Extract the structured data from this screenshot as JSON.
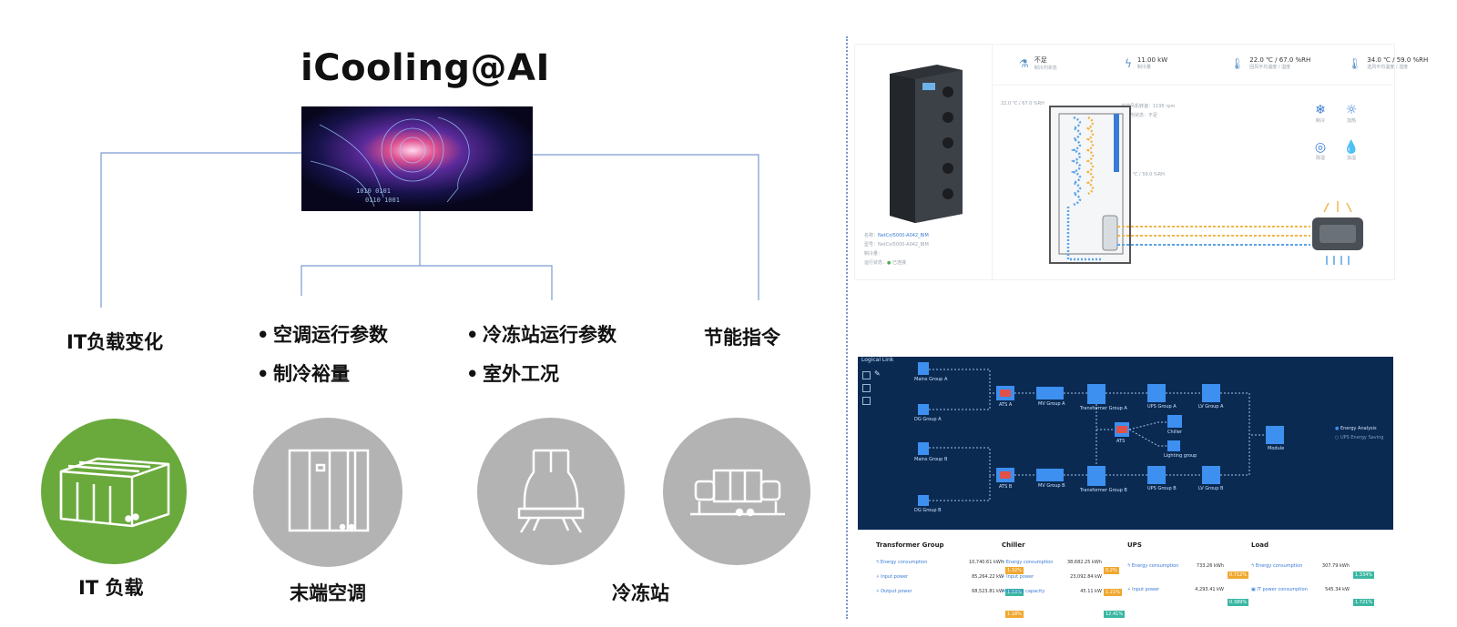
{
  "title": "iCooling@AI",
  "branches": {
    "it_load_change": "IT负载变化",
    "ac_params": [
      "空调运行参数",
      "制冷裕量"
    ],
    "chiller_params": [
      "冷冻站运行参数",
      "室外工况"
    ],
    "energy_cmd": "节能指令"
  },
  "bottom_labels": {
    "it_load": "IT 负载",
    "terminal_ac": "末端空调",
    "chiller_station": "冷冻站"
  },
  "colors": {
    "green": "#6aaa3d",
    "gray": "#b3b3b3",
    "line": "#7a9ad0",
    "dark_blue": "#0a2a52"
  },
  "panel1": {
    "metrics": [
      {
        "icon": "flask-icon",
        "value": "不足",
        "sub": "制冷剂状态"
      },
      {
        "icon": "bolt-icon",
        "value": "11.00 kW",
        "sub": "制冷量"
      },
      {
        "icon": "thermometer-icon",
        "value": "22.0 ℃ / 67.0 %RH",
        "sub": "回风平均温度 / 湿度"
      },
      {
        "icon": "thermometer-icon",
        "value": "34.0 ℃ / 59.0 %RH",
        "sub": "送风平均温度 / 湿度"
      }
    ],
    "left_reading": "22.0 ℃ / 67.0 %RH",
    "fan_speed": "当前风机转速：1195 rpm",
    "compressor_status": "制冷剂状态：不足",
    "mid_reading": "34.0 ℃ / 59.0 %RH",
    "info": [
      {
        "k": "名称：",
        "v": "NetCol5000-A042_BIM"
      },
      {
        "k": "型号：",
        "v": "NetCol5000-A042_BIM"
      },
      {
        "k": "制冷量：",
        "v": ""
      },
      {
        "k": "运行状态：",
        "v": "已连接"
      }
    ],
    "modes": [
      "制冷",
      "加热",
      "除湿",
      "加湿"
    ]
  },
  "panel2": {
    "title": "Logical Link",
    "nodes": {
      "mains_a": "Mains Group A",
      "dg_a": "DG Group A",
      "ats_a": "ATS A",
      "mv_a": "MV Group A",
      "trans_a": "Transformer Group A",
      "ups_a": "UPS Group A",
      "lv_a": "LV Group A",
      "ats": "ATS",
      "chiller": "Chiller",
      "lighting": "Lighting group",
      "module": "Module",
      "mains_b": "Mains Group B",
      "dg_b": "DG Group B",
      "ats_b": "ATS B",
      "mv_b": "MV Group B",
      "trans_b": "Transformer Group B",
      "ups_b": "UPS Group B",
      "lv_b": "LV Group B"
    },
    "legend": [
      "Energy Analysis",
      "UPS Energy Saving"
    ]
  },
  "panel3": {
    "groups": [
      {
        "name": "Transformer Group",
        "rows": [
          {
            "label": "Energy consumption",
            "value": "10,740.61 kWh",
            "badge": "1.32%",
            "badge_color": "#f0a830"
          },
          {
            "label": "Input power",
            "value": "85,264.22 kW",
            "badge": "1.58%",
            "badge_color": "#3ab7a3"
          },
          {
            "label": "Output power",
            "value": "68,523.81 kW",
            "badge": "1.18%",
            "badge_color": "#f0a830"
          }
        ]
      },
      {
        "name": "Chiller",
        "rows": [
          {
            "label": "Energy consumption",
            "value": "38,682.25 kWh",
            "badge": "0.2%",
            "badge_color": "#f0a830"
          },
          {
            "label": "Input power",
            "value": "23,092.84 kW",
            "badge": "1.21%",
            "badge_color": "#f0a830"
          },
          {
            "label": "Cooling capacity",
            "value": "45.11 kW",
            "badge": "12.41%",
            "badge_color": "#3ab7a3"
          }
        ]
      },
      {
        "name": "UPS",
        "rows": [
          {
            "label": "Energy consumption",
            "value": "733.26 kWh",
            "badge": "0.712%",
            "badge_color": "#f0a830"
          },
          {
            "label": "Input power",
            "value": "4,293.41 kW",
            "badge": "0.389%",
            "badge_color": "#3ab7a3"
          }
        ]
      },
      {
        "name": "Load",
        "rows": [
          {
            "label": "Energy consumption",
            "value": "307.79 kWh",
            "badge": "1.334%",
            "badge_color": "#3ab7a3"
          },
          {
            "label": "IT power consumption",
            "value": "545.34 kW",
            "badge": "1.721%",
            "badge_color": "#3ab7a3"
          }
        ]
      }
    ]
  }
}
